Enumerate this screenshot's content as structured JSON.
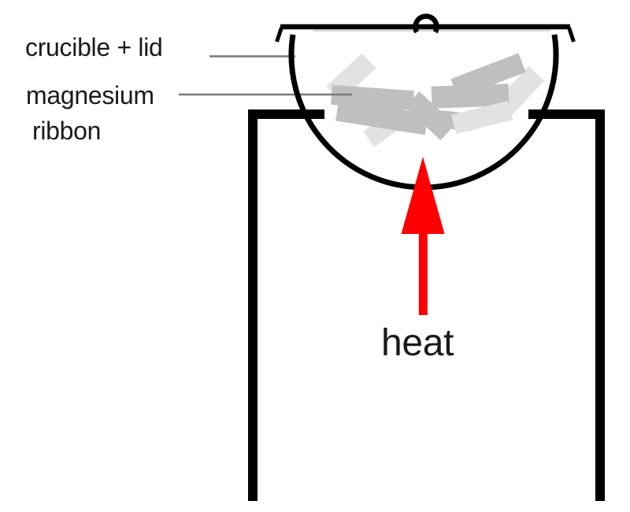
{
  "figure": {
    "type": "labeled-apparatus-diagram",
    "labels": {
      "crucible_lid": "crucible + lid",
      "magnesium_line1": "magnesium",
      "magnesium_line2": "ribbon",
      "heat": "heat"
    },
    "colors": {
      "background": "#ffffff",
      "outline": "#000000",
      "text": "#1a1a1a",
      "leader_line": "#7a7a7a",
      "arrow_red": "#fe0000",
      "ribbon_light": "#e2e2e2",
      "ribbon_medium": "#bfbfbf"
    }
  }
}
